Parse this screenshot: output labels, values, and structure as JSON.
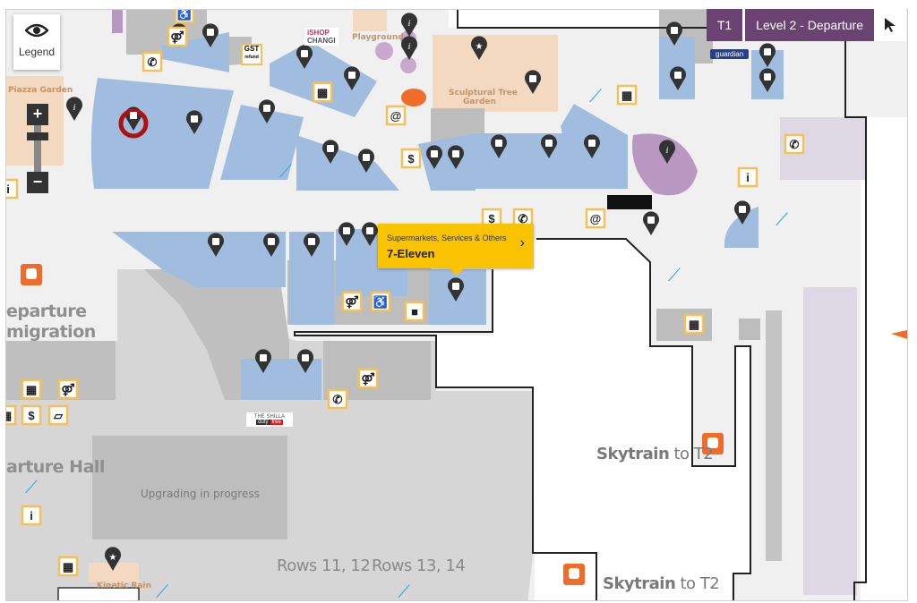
{
  "header": {
    "terminal": "T1",
    "level": "Level 2 - Departure"
  },
  "controls": {
    "legend_label": "Legend",
    "zoom_in": "+",
    "zoom_out": "−"
  },
  "tooltip": {
    "category": "Supermarkets, Services & Others",
    "name": "7-Eleven",
    "chevron": "›"
  },
  "areas": {
    "departure_immigration_1": "eparture",
    "departure_immigration_2": "migration",
    "departure_hall": "arture Hall",
    "upgrading": "Upgrading in progress",
    "rows_a": "Rows 11, 12",
    "rows_b": "Rows 13, 14",
    "skytrain_1_bold": "Skytrain",
    "skytrain_1_rest": " to T2",
    "skytrain_2_bold": "Skytrain",
    "skytrain_2_rest": " to T2",
    "sculptural_1": "Sculptural Tree",
    "sculptural_2": "Garden",
    "playground": "Playground",
    "piazza": "Piazza Garden",
    "kinetic": "Kinetic Rain"
  },
  "logos": {
    "ishop_1": "iSHOP",
    "ishop_2": "CHANGI",
    "guardian": "guardian",
    "shilla_1": "THE SHILLA",
    "shilla_2": "duty",
    "shilla_3": "free",
    "gst_1": "GST",
    "gst_2": "refund"
  },
  "colors": {
    "accent": "#6b4372",
    "tooltip": "#f9c300",
    "shop": "#a0bde0",
    "garden": "#f3d9c0",
    "dining": "#b898c0",
    "skytrain": "#ef6c2a",
    "escalator": "#2aa6e0"
  }
}
